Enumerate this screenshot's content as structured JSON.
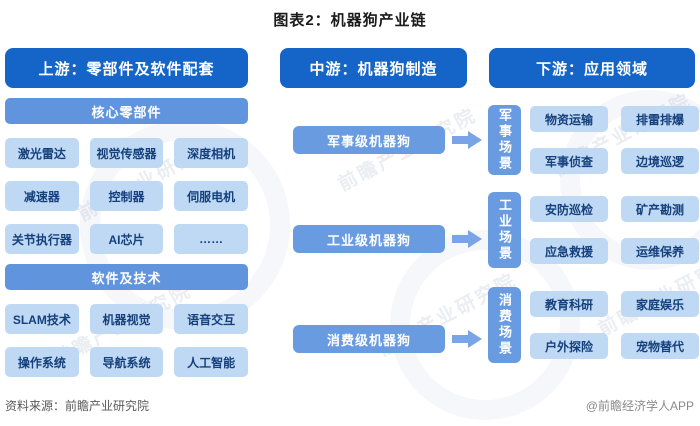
{
  "title": "图表2：机器狗产业链",
  "colors": {
    "header_blue": "#1565c8",
    "sub_blue": "#6094dd",
    "mid_box_blue": "#699be1",
    "light_item_blue": "#bfd9f4",
    "item_text_navy": "#15407c",
    "arrow_blue": "#79a5e8"
  },
  "upstream": {
    "header": "上游：零部件及软件配套",
    "sections": [
      {
        "header": "核心零部件",
        "items": [
          "激光雷达",
          "视觉传感器",
          "深度相机",
          "减速器",
          "控制器",
          "伺服电机",
          "关节执行器",
          "AI芯片",
          "……"
        ]
      },
      {
        "header": "软件及技术",
        "items": [
          "SLAM技术",
          "机器视觉",
          "语音交互",
          "操作系统",
          "导航系统",
          "人工智能"
        ]
      }
    ]
  },
  "midstream": {
    "header": "中游：机器狗制造",
    "items": [
      "军事级机器狗",
      "工业级机器狗",
      "消费级机器狗"
    ]
  },
  "downstream": {
    "header": "下游：应用领域",
    "sections": [
      {
        "label": "军事场景",
        "items": [
          "物资运输",
          "排雷排爆",
          "军事侦查",
          "边境巡逻"
        ]
      },
      {
        "label": "工业场景",
        "items": [
          "安防巡检",
          "矿产勘测",
          "应急救援",
          "运维保养"
        ]
      },
      {
        "label": "消费场景",
        "items": [
          "教育科研",
          "家庭娱乐",
          "户外探险",
          "宠物替代"
        ]
      }
    ]
  },
  "footer": {
    "source": "资料来源：前瞻产业研究院",
    "credit": "@前瞻经济学人APP"
  },
  "watermark": {
    "text": "前瞻产业研究院"
  }
}
